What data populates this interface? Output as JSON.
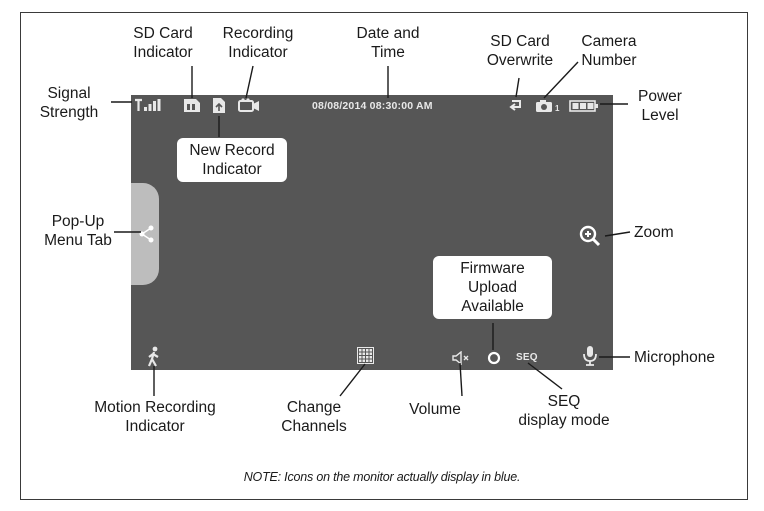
{
  "status_bar": {
    "datetime": "08/08/2014  08:30:00 AM",
    "camera_number": "1"
  },
  "labels": {
    "signal_strength": [
      "Signal",
      "Strength"
    ],
    "sd_card_indicator": [
      "SD Card",
      "Indicator"
    ],
    "recording_indicator": [
      "Recording",
      "Indicator"
    ],
    "date_and_time": [
      "Date and",
      "Time"
    ],
    "sd_card_overwrite": [
      "SD Card",
      "Overwrite"
    ],
    "camera_number": [
      "Camera",
      "Number"
    ],
    "power_level": [
      "Power",
      "Level"
    ],
    "new_record_indicator": [
      "New Record",
      "Indicator"
    ],
    "popup_menu_tab": [
      "Pop-Up",
      "Menu Tab"
    ],
    "zoom": "Zoom",
    "firmware_upload": [
      "Firmware",
      "Upload",
      "Available"
    ],
    "microphone": "Microphone",
    "motion_recording": [
      "Motion Recording",
      "Indicator"
    ],
    "change_channels": [
      "Change",
      "Channels"
    ],
    "volume": "Volume",
    "seq_display": [
      "SEQ",
      "display mode"
    ]
  },
  "seq_icon_text": "SEQ",
  "note": "NOTE: Icons on the monitor actually display in blue.",
  "icons": {
    "signal": "signal-strength-icon",
    "sd_card": "sd-card-icon",
    "new_record": "new-record-icon",
    "recording": "recording-camera-icon",
    "overwrite": "overwrite-icon",
    "camera": "camera-icon",
    "battery": "battery-icon",
    "popup": "share-menu-icon",
    "zoom": "zoom-icon",
    "firmware": "firmware-upload-icon",
    "microphone": "microphone-icon",
    "motion": "motion-walker-icon",
    "channels": "grid-channels-icon",
    "volume": "volume-muted-icon"
  },
  "colors": {
    "screen": "#565656",
    "icon": "#e8e8e8",
    "tab": "#bdbdbd"
  }
}
